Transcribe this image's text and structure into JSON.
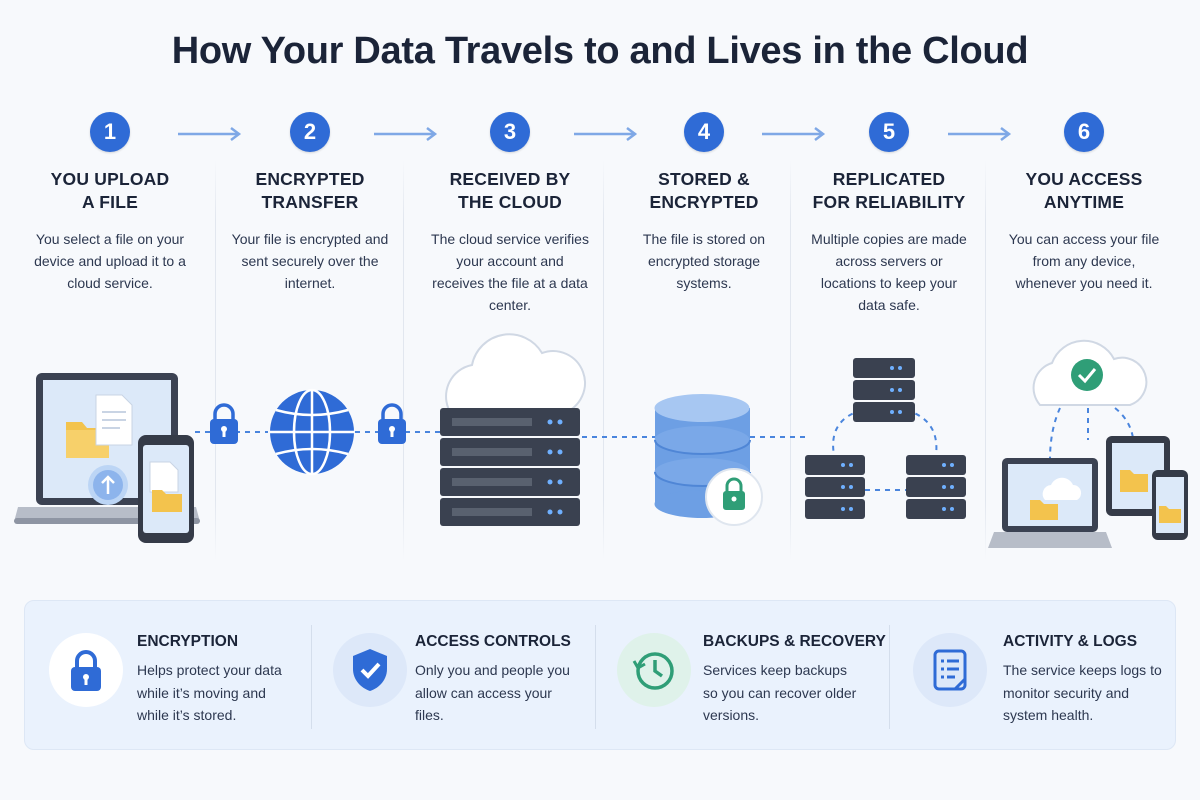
{
  "title": "How Your Data Travels to and Lives in the Cloud",
  "steps": [
    {
      "number": "1",
      "title": "YOU UPLOAD\nA FILE",
      "description": "You select a file on your device and upload it to a cloud service."
    },
    {
      "number": "2",
      "title": "ENCRYPTED\nTRANSFER",
      "description": "Your file is encrypted and sent securely over the internet."
    },
    {
      "number": "3",
      "title": "RECEIVED BY\nTHE CLOUD",
      "description": "The cloud service verifies your account and receives the file at a data center."
    },
    {
      "number": "4",
      "title": "STORED &\nENCRYPTED",
      "description": "The file is stored on encrypted storage systems."
    },
    {
      "number": "5",
      "title": "REPLICATED\nFOR RELIABILITY",
      "description": "Multiple copies are made across servers or locations to keep your data safe."
    },
    {
      "number": "6",
      "title": "YOU ACCESS\nANYTIME",
      "description": "You can access your file from any device, whenever you need it."
    }
  ],
  "features": [
    {
      "title": "ENCRYPTION",
      "description": "Helps protect your data while it’s moving and while it’s stored.",
      "icon": "lock-icon"
    },
    {
      "title": "ACCESS CONTROLS",
      "description": "Only you and people you allow can access your files.",
      "icon": "shield-check-icon"
    },
    {
      "title": "BACKUPS & RECOVERY",
      "description": "Services keep backups so you can recover older versions.",
      "icon": "history-clock-icon"
    },
    {
      "title": "ACTIVITY & LOGS",
      "description": "The service keeps logs to monitor security and system health.",
      "icon": "log-document-icon"
    }
  ],
  "colors": {
    "accent": "#2f6bd6",
    "server": "#3a4150",
    "storage": "#7aa8e8",
    "success": "#2f9e77",
    "folder": "#f3c34d"
  }
}
